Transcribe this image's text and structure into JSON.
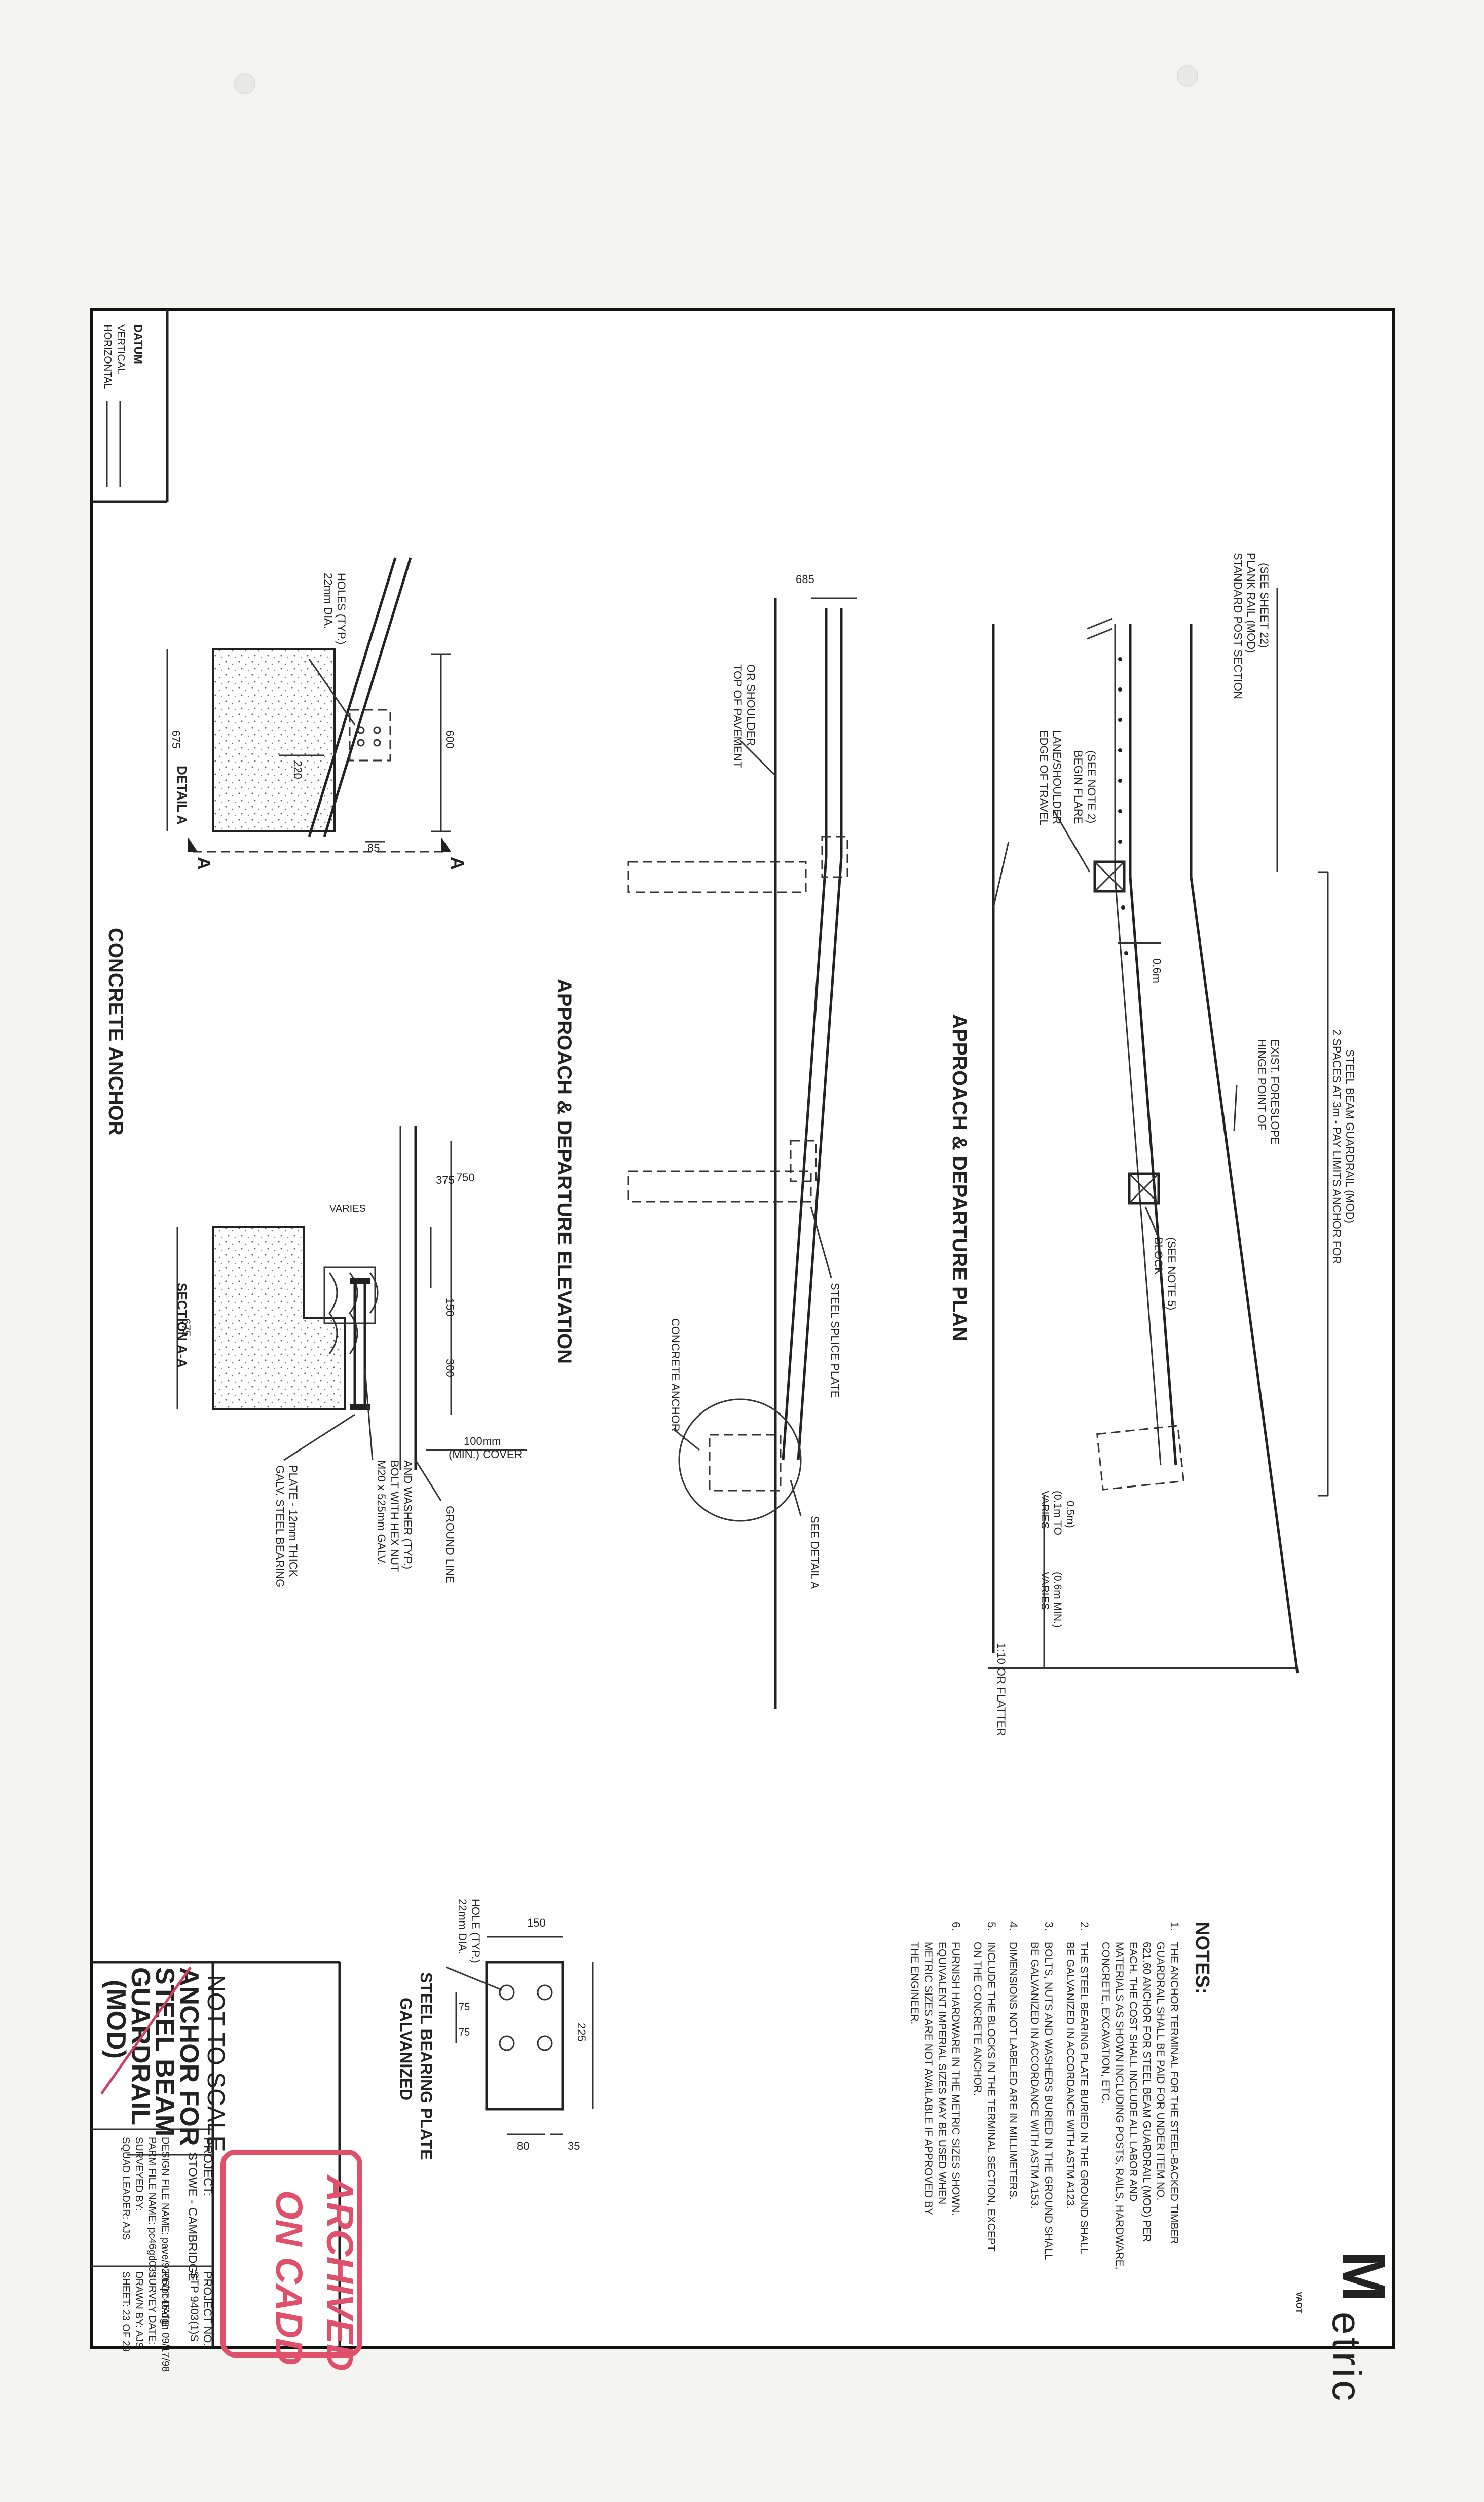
{
  "title_block": {
    "title_lines": [
      "ANCHOR FOR",
      "STEEL BEAM",
      "GUARDRAIL",
      "(MOD)"
    ],
    "project_label": "PROJECT:",
    "project": "STOWE - CAMBRIDGE",
    "project_no_label": "PROJECT NO.:",
    "project_no": "STP 9403(1)S",
    "design_file": "DESIGN FILE NAME: pave/9206/pc46.dgn",
    "param_file": "PARM FILE NAME: pc46gd03.t",
    "surveyed_by": "SURVEYED BY:",
    "squad_leader": "SQUAD LEADER: AJS",
    "plot_date": "PLOT DATE: 09/17/98",
    "survey_date": "SURVEY DATE:",
    "drawn_by": "DRAWN BY: AJS",
    "sheet": "SHEET: 23 OF 29",
    "scale_note": "NOT TO SCALE",
    "stamp_line1": "ARCHIVED",
    "stamp_line2": "ON CADD",
    "stamp_color": "#e0506a"
  },
  "datum": {
    "heading": "DATUM",
    "vertical": "VERTICAL",
    "horizontal": "HORIZONTAL"
  },
  "logo": {
    "letter": "M",
    "rest": "etric",
    "badge": "VAOT"
  },
  "notes": {
    "heading": "NOTES:",
    "items": [
      {
        "num": "1.",
        "lines": [
          "THE ANCHOR TERMINAL FOR THE STEEL-BACKED TIMBER",
          "GUARDRAIL SHALL BE PAID FOR UNDER ITEM NO.",
          "621.60 ANCHOR FOR STEEL BEAM GUARDRAIL (MOD) PER",
          "EACH. THE COST SHALL INCLUDE ALL LABOR AND",
          "MATERIALS AS SHOWN INCLUDING POSTS, RAILS, HARDWARE,",
          "CONCRETE, EXCAVATION, ETC."
        ]
      },
      {
        "num": "2.",
        "lines": [
          "THE STEEL BEARING PLATE BURIED IN THE GROUND SHALL",
          "BE GALVANIZED IN ACCORDANCE WITH ASTM A123."
        ]
      },
      {
        "num": "3.",
        "lines": [
          "BOLTS, NUTS AND WASHERS BURIED IN THE GROUND SHALL",
          "BE GALVANIZED IN ACCORDANCE WITH ASTM A153."
        ]
      },
      {
        "num": "4.",
        "lines": [
          "DIMENSIONS NOT LABELED ARE IN MILLIMETERS."
        ]
      },
      {
        "num": "5.",
        "lines": [
          "INCLUDE THE BLOCKS IN THE TERMINAL SECTION, EXCEPT",
          "ON THE CONCRETE ANCHOR."
        ]
      },
      {
        "num": "6.",
        "lines": [
          "FURNISH HARDWARE IN THE METRIC SIZES SHOWN.",
          "EQUIVALENT IMPERIAL SIZES MAY BE USED WHEN",
          "METRIC SIZES ARE NOT AVAILABLE IF APPROVED BY",
          "THE ENGINEER."
        ]
      }
    ]
  },
  "plan": {
    "title": "APPROACH & DEPARTURE PLAN",
    "std_post": [
      "STANDARD POST SECTION",
      "PLANK RAIL (MOD)",
      "(SEE SHEET 22)"
    ],
    "pay_limits": [
      "2 SPACES AT 3m - PAY LIMITS ANCHOR FOR",
      "STEEL BEAM GUARDRAIL (MOD)"
    ],
    "hinge": [
      "HINGE POINT OF",
      "EXIST. FORESLOPE"
    ],
    "begin_flare": [
      "BEGIN FLARE",
      "(SEE NOTE 2)"
    ],
    "edge_lane": [
      "EDGE OF TRAVEL",
      "LANE/SHOULDER"
    ],
    "block": [
      "BLOCK",
      "(SEE NOTE 5)"
    ],
    "dim_06": "0.6m",
    "varies_a": [
      "VARIES",
      "(0.1m TO",
      "0.5m)"
    ],
    "varies_b": [
      "VARIES",
      "(0.6m MIN.)"
    ],
    "slope": "1:10 OR FLATTER"
  },
  "elevation": {
    "title": "APPROACH & DEPARTURE ELEVATION",
    "dim_685": "685",
    "top_pavement": [
      "TOP OF PAVEMENT",
      "OR SHOULDER"
    ],
    "splice": "STEEL SPLICE PLATE",
    "concrete_anchor": "CONCRETE ANCHOR",
    "see_detail": "SEE DETAIL A"
  },
  "detail_a": {
    "label": "DETAIL A",
    "holes": [
      "22mm DIA.",
      "HOLES (TYP.)"
    ],
    "dim_600": "600",
    "dim_675": "675",
    "dim_220": "220",
    "dim_85": "85",
    "sec_mark": "A"
  },
  "section_aa": {
    "label": "SECTION A-A",
    "dim_750": "750",
    "dim_375": "375",
    "varies": "VARIES",
    "dim_150": "150",
    "dim_300": "300",
    "dim_675": "675",
    "cover": [
      "100mm",
      "(MIN.) COVER"
    ],
    "ground": "GROUND LINE",
    "bolt": [
      "M20 x 525mm GALV.",
      "BOLT WITH HEX NUT",
      "AND WASHER (TYP.)"
    ],
    "plate": [
      "GALV. STEEL BEARING",
      "PLATE - 12mm THICK"
    ]
  },
  "concrete_anchor_title": "CONCRETE ANCHOR",
  "bearing_plate": {
    "title": [
      "GALVANIZED",
      "STEEL BEARING PLATE"
    ],
    "holes": [
      "22mm DIA.",
      "HOLE (TYP.)"
    ],
    "dim_150": "150",
    "dim_225": "225",
    "dim_75a": "75",
    "dim_75b": "75",
    "dim_80": "80",
    "dim_35": "35"
  }
}
